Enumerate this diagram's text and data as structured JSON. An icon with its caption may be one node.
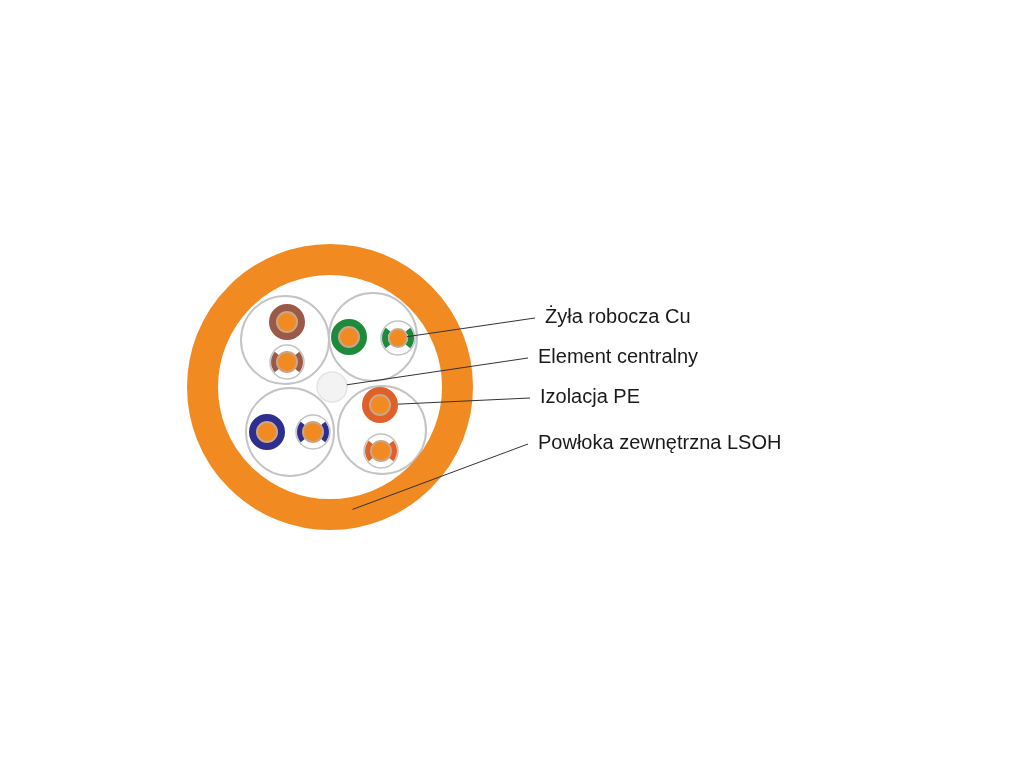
{
  "diagram": {
    "nodes": [
      {
        "text": [
          "Żyła robocza Cu"
        ]
      },
      {
        "text": [
          "Element centralny"
        ]
      },
      {
        "text": [
          "Izolacja PE"
        ]
      },
      {
        "text": [
          "Powłoka zewnętrzna LSOH"
        ]
      },
      {
        "text": [],
        "shape": "circle",
        "in": 7
      },
      {
        "text": [],
        "shape": "circle",
        "in": 7
      },
      {
        "text": [],
        "shape": "circle",
        "in": 7
      },
      {
        "text": [],
        "shape": "circle"
      }
    ],
    "edges": [
      {
        "from": 0,
        "to": 4,
        "arrow": "none"
      },
      {
        "from": 1,
        "to": 5,
        "arrow": "none"
      },
      {
        "from": 2,
        "to": 6,
        "arrow": "none"
      },
      {
        "from": 3,
        "to": 7,
        "arrow": "none"
      }
    ]
  }
}
